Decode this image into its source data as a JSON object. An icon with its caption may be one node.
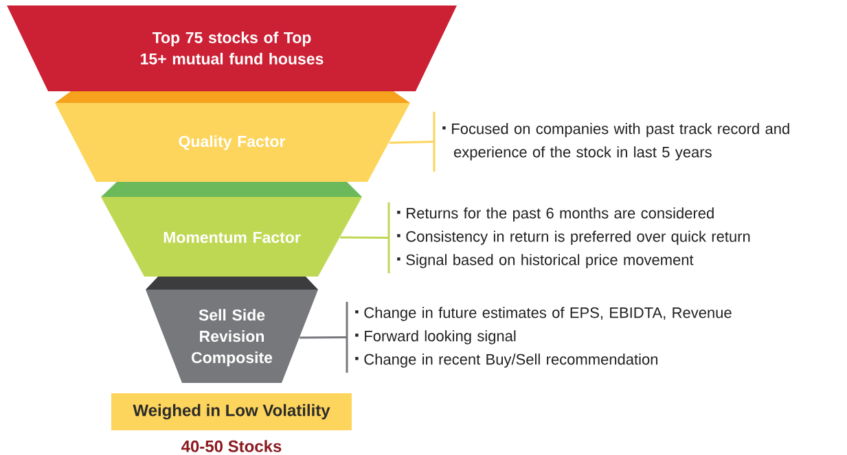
{
  "diagram": {
    "nodes": [
      {
        "text": [
          "Top 75 stocks of Top 15+ mutual fund houses"
        ]
      },
      {
        "text": [
          "Quality Factor"
        ]
      },
      {
        "text": [
          "Momentum Factor"
        ]
      },
      {
        "text": [
          "Sell Side Revision Composite"
        ]
      },
      {
        "text": [
          "Weighed in Low Volatility"
        ],
        "beside": [
          "40-50 Stocks"
        ]
      },
      {
        "text": [
          "Focused on companies with past track record and experience of the stock in last 5 years"
        ]
      },
      {
        "text": [
          "Returns for the past 6 months are considered",
          "Consistency in return is preferred over quick return",
          "Signal based on historical price movement"
        ]
      },
      {
        "text": [
          "Change in future estimates of EPS, EBIDTA, Revenue",
          "Forward looking signal",
          "Change in recent Buy/Sell recommendation"
        ]
      }
    ],
    "edges": [
      {
        "from": 1,
        "to": 5,
        "arrow": "none",
        "color": "#fdd55c"
      },
      {
        "from": 2,
        "to": 6,
        "arrow": "none",
        "color": "#bfd854"
      },
      {
        "from": 3,
        "to": 7,
        "arrow": "none",
        "color": "#77787b"
      }
    ]
  }
}
